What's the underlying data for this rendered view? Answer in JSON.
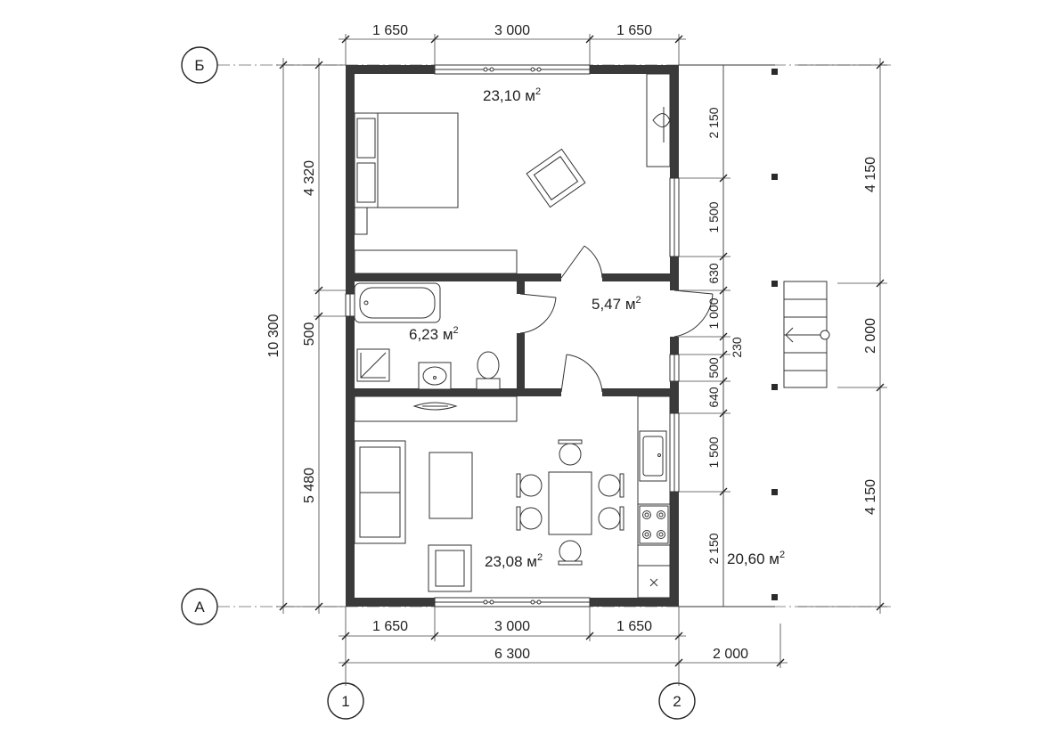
{
  "axes": {
    "row_top": "Б",
    "row_bottom": "А",
    "col_left": "1",
    "col_right": "2"
  },
  "dims_top": [
    "1 650",
    "3 000",
    "1 650"
  ],
  "dims_bottom": [
    "1 650",
    "3 000",
    "1 650"
  ],
  "dims_bottom_total": [
    "6 300",
    "2 000"
  ],
  "dims_left_outer": "10 300",
  "dims_left_inner": [
    "4 320",
    "500",
    "5 480"
  ],
  "dims_right_inner": [
    "2 150",
    "1 500",
    "630",
    "1 000",
    "500",
    "640",
    "1 500",
    "2 150"
  ],
  "dim_230": "230",
  "dims_right_outer": [
    "4 150",
    "2 000",
    "4 150"
  ],
  "rooms": {
    "bedroom": {
      "area": "23,10",
      "unit": "м",
      "sup": "2"
    },
    "hall": {
      "area": "5,47",
      "unit": "м",
      "sup": "2"
    },
    "bathroom": {
      "area": "6,23",
      "unit": "м",
      "sup": "2"
    },
    "living": {
      "area": "23,08",
      "unit": "м",
      "sup": "2"
    },
    "terrace": {
      "area": "20,60",
      "unit": "м",
      "sup": "2"
    }
  }
}
